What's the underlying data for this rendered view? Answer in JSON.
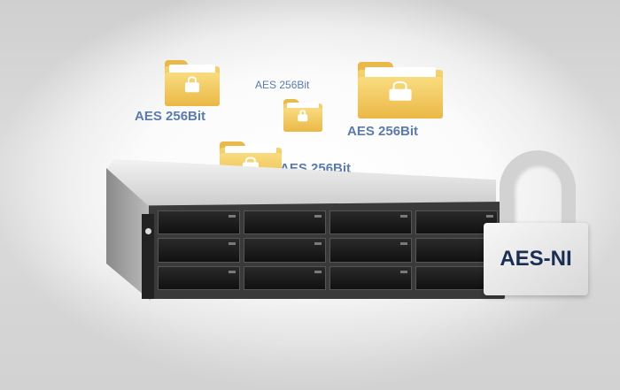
{
  "folders": [
    {
      "name": "folder-top-left",
      "lock": "lock-icon"
    },
    {
      "name": "folder-center-small",
      "lock": "lock-icon"
    },
    {
      "name": "folder-right-large",
      "lock": "lock-icon"
    },
    {
      "name": "folder-lower",
      "lock": "lock-icon"
    }
  ],
  "labels": {
    "top_left": "AES 256Bit",
    "center_small": "AES 256Bit",
    "right_large": "AES 256Bit",
    "lower": "AES 256Bit"
  },
  "padlock": {
    "text": "AES-NI"
  },
  "colors": {
    "label": "#5a7bb0",
    "folder": "#f2c75a",
    "padlock_text": "#1a2d52"
  }
}
